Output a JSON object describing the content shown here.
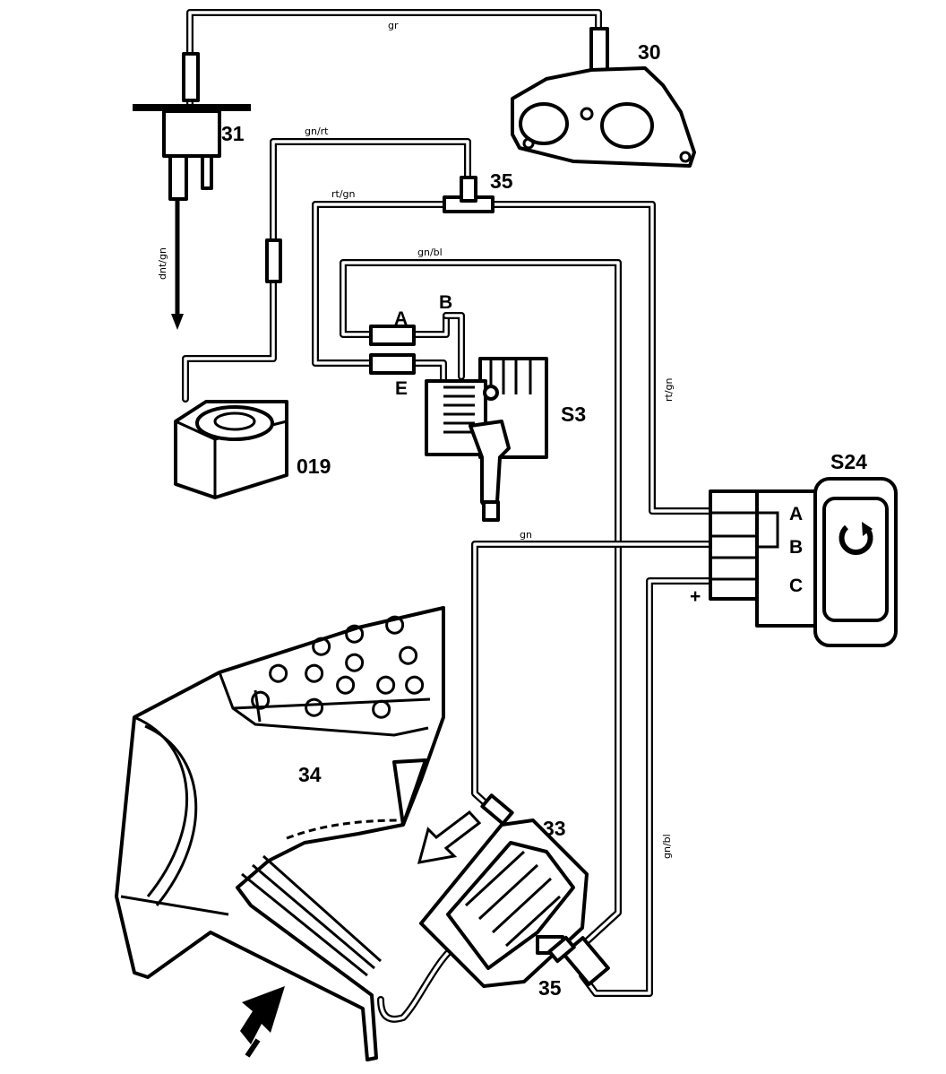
{
  "components": {
    "c30": "30",
    "c31": "31",
    "c35_top": "35",
    "c35_bottom": "35",
    "c33": "33",
    "c34": "34",
    "s3": "S3",
    "s24": "S24",
    "c019": "019"
  },
  "pins": {
    "valve_a": "A",
    "valve_b": "B",
    "valve_e": "E",
    "s24_a": "A",
    "s24_b": "B",
    "s24_c": "C",
    "plus": "+"
  },
  "wires": {
    "gr": "gr",
    "gn_rt": "gn/rt",
    "rt_gn_top": "rt/gn",
    "gn_bl_top": "gn/bl",
    "rt_gn_side": "rt/gn",
    "gn": "gn",
    "gn_bl_side": "gn/bl",
    "dnt_gn": "dnt/gn"
  }
}
